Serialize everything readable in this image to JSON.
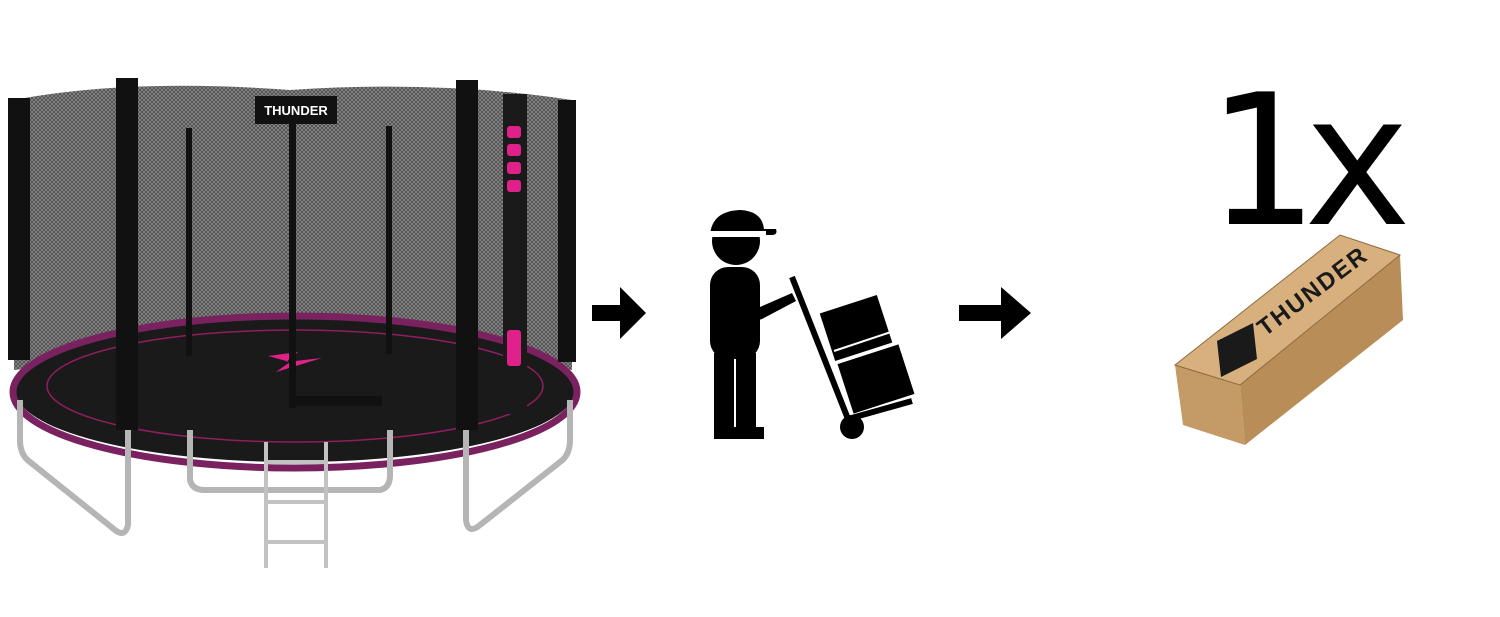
{
  "brand": {
    "logo_text": "THUNDER",
    "pink": "#e0218a",
    "frame_purple": "#7a2260",
    "net_color": "#2a2a2a",
    "box_color": "#c9a271"
  },
  "steps": [
    {
      "name": "trampoline",
      "icon": "trampoline-with-safety-net-icon"
    },
    {
      "name": "arrow",
      "icon": "arrow-right-icon"
    },
    {
      "name": "courier",
      "icon": "courier-with-hand-truck-icon"
    },
    {
      "name": "arrow",
      "icon": "arrow-right-icon"
    },
    {
      "name": "package",
      "icon": "cardboard-box-icon"
    }
  ],
  "package": {
    "quantity_label": "1x"
  }
}
